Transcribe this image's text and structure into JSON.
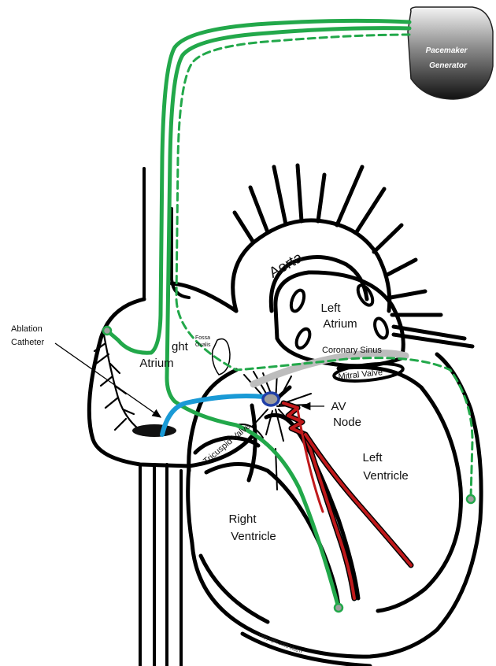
{
  "labels": {
    "generator_line1": "Pacemaker",
    "generator_line2": "Generator",
    "aorta": "Aorta",
    "left_atrium_line1": "Left",
    "left_atrium_line2": "Atrium",
    "right_atrium_line1": "ght",
    "right_atrium_line2": "Atrium",
    "fossa_line1": "Fossa",
    "fossa_line2": "Ovalis",
    "coronary_sinus": "Coronary Sinus",
    "mitral_valve": "Mitral Valve",
    "av_node_line1": "AV",
    "av_node_line2": "Node",
    "tricuspid_valve": "Tricuspid Valve",
    "left_ventricle_line1": "Left",
    "left_ventricle_line2": "Ventricle",
    "right_ventricle_line1": "Right",
    "right_ventricle_line2": "Ventricle",
    "ablation_line1": "Ablation",
    "ablation_line2": "Catheter",
    "copyright": "Copyright 2005 MedTr"
  },
  "colors": {
    "pacing_leads": "#22a84a",
    "ablation_catheter": "#1a9ad6",
    "av_node": "#1f3fa8",
    "conduction_bundle": "#c0191b",
    "outline": "#000000",
    "sinus": "#bdbdbd",
    "generator_top": "#f2f2f2",
    "generator_bottom": "#1a1a1a"
  }
}
